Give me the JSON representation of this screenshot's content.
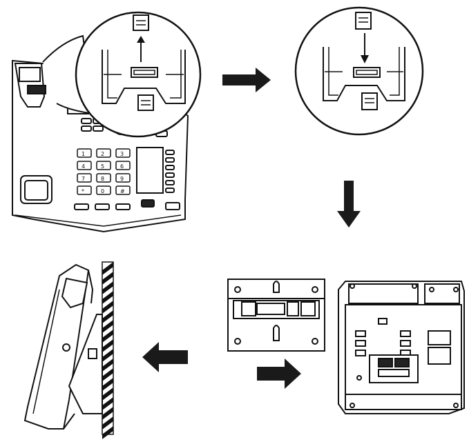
{
  "diagram": {
    "steps": [
      {
        "id": "step-1"
      },
      {
        "id": "step-2"
      },
      {
        "id": "step-3"
      },
      {
        "id": "step-4"
      }
    ],
    "keypad": {
      "keys": [
        "1",
        "2",
        "3",
        "4",
        "5",
        "6",
        "7",
        "8",
        "9",
        "*",
        "0",
        "#"
      ]
    },
    "colors": {
      "line": "#111111",
      "fill": "#ffffff",
      "arrow": "#1a1a1a",
      "hatch": "#111111"
    },
    "icons": [
      "arrow-right-icon",
      "arrow-down-icon",
      "arrow-left-icon",
      "arrow-up-icon"
    ]
  }
}
